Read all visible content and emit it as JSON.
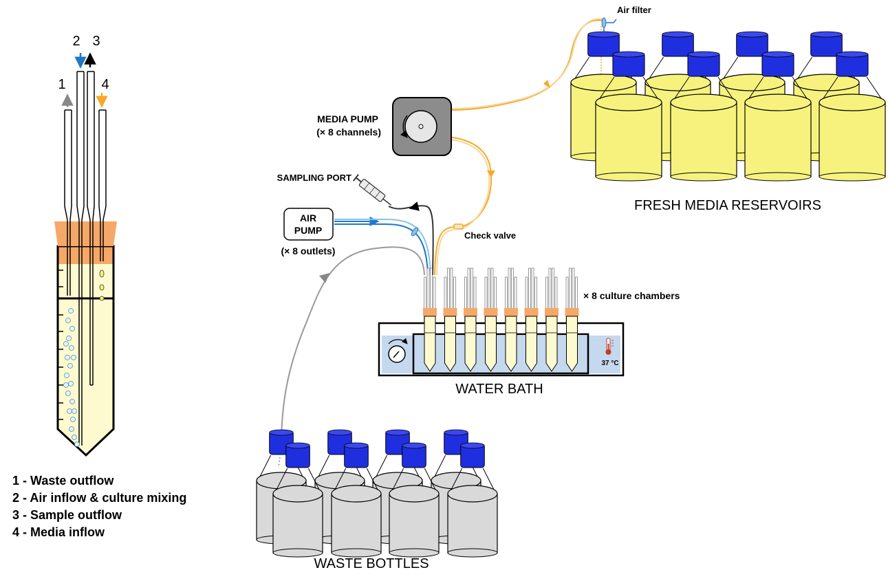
{
  "tube": {
    "numbers": [
      "1",
      "2",
      "3",
      "4"
    ]
  },
  "legend": [
    "1 - Waste outflow",
    "2 - Air inflow & culture mixing",
    "3 - Sample outflow",
    "4 - Media inflow"
  ],
  "labels": {
    "air_filter": "Air filter",
    "media_pump_line1": "MEDIA PUMP",
    "media_pump_line2": "(× 8 channels)",
    "sampling_port": "SAMPLING PORT",
    "air_pump_line1": "AIR",
    "air_pump_line2": "PUMP",
    "air_pump_outlets": "(× 8 outlets)",
    "check_valve": "Check valve",
    "culture_chambers": "× 8 culture chambers",
    "temperature": "37 °C",
    "water_bath": "WATER BATH",
    "fresh_media": "FRESH MEDIA RESERVOIRS",
    "waste_bottles": "WASTE BOTTLES"
  },
  "colors": {
    "orange": "#f7a828",
    "blue": "#1f78c8",
    "cap": "#1f2fe0",
    "media": "#f7f27e",
    "waste": "#d9d9d9",
    "stopper": "#f5a868",
    "bath": "#c4d8ee",
    "tube_fill": "#fdfad0"
  }
}
